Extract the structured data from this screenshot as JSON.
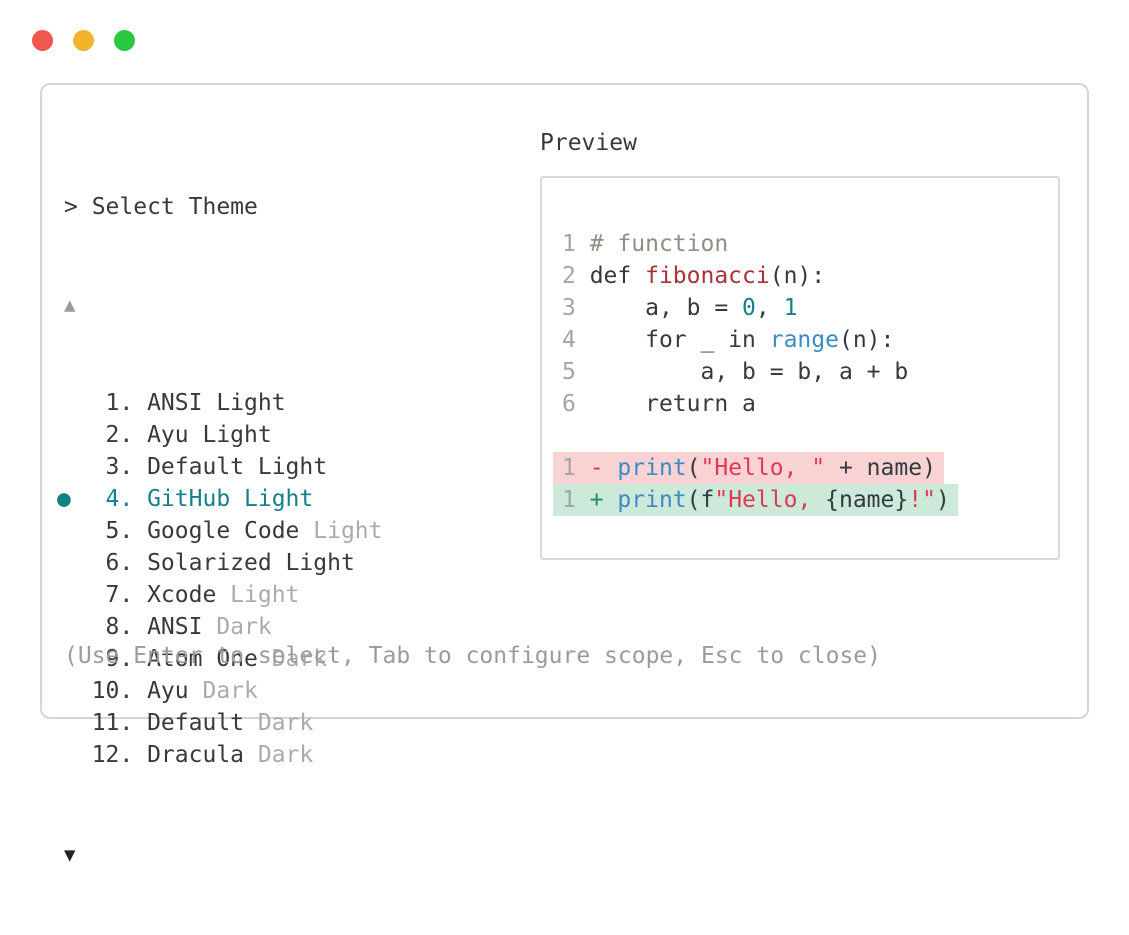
{
  "window_controls": {
    "close_color": "#f2574f",
    "minimize_color": "#f3b32c",
    "zoom_color": "#2cc741"
  },
  "prompt": "> Select Theme",
  "icons": {
    "scroll_up": "▲",
    "scroll_down": "▼",
    "selected_bullet": "●"
  },
  "theme_list": {
    "items": [
      {
        "num": "1",
        "name": "ANSI Light",
        "suffix": "",
        "selected": false
      },
      {
        "num": "2",
        "name": "Ayu Light",
        "suffix": "",
        "selected": false
      },
      {
        "num": "3",
        "name": "Default Light",
        "suffix": "",
        "selected": false
      },
      {
        "num": "4",
        "name": "GitHub Light",
        "suffix": "",
        "selected": true
      },
      {
        "num": "5",
        "name": "Google Code",
        "suffix": " Light",
        "selected": false
      },
      {
        "num": "6",
        "name": "Solarized Light",
        "suffix": "",
        "selected": false
      },
      {
        "num": "7",
        "name": "Xcode",
        "suffix": " Light",
        "selected": false
      },
      {
        "num": "8",
        "name": "ANSI",
        "suffix": " Dark",
        "selected": false
      },
      {
        "num": "9",
        "name": "Atom One",
        "suffix": " Dark",
        "selected": false
      },
      {
        "num": "10",
        "name": "Ayu",
        "suffix": " Dark",
        "selected": false
      },
      {
        "num": "11",
        "name": "Default",
        "suffix": " Dark",
        "selected": false
      },
      {
        "num": "12",
        "name": "Dracula",
        "suffix": " Dark",
        "selected": false
      }
    ]
  },
  "preview": {
    "label": "Preview",
    "code_lines": [
      {
        "num": "1",
        "diff": "",
        "tokens": [
          [
            "comment",
            "# function"
          ]
        ]
      },
      {
        "num": "2",
        "diff": "",
        "tokens": [
          [
            "plain",
            "def "
          ],
          [
            "function",
            "fibonacci"
          ],
          [
            "plain",
            "(n):"
          ]
        ]
      },
      {
        "num": "3",
        "diff": "",
        "tokens": [
          [
            "plain",
            "    a, b = "
          ],
          [
            "number",
            "0"
          ],
          [
            "plain",
            ", "
          ],
          [
            "number",
            "1"
          ]
        ]
      },
      {
        "num": "4",
        "diff": "",
        "tokens": [
          [
            "plain",
            "    for _ in "
          ],
          [
            "builtin",
            "range"
          ],
          [
            "plain",
            "(n):"
          ]
        ]
      },
      {
        "num": "5",
        "diff": "",
        "tokens": [
          [
            "plain",
            "        a, b = b, a + b"
          ]
        ]
      },
      {
        "num": "6",
        "diff": "",
        "tokens": [
          [
            "plain",
            "    return a"
          ]
        ]
      },
      {
        "num": "",
        "diff": "",
        "tokens": []
      },
      {
        "num": "1",
        "diff": "removed",
        "tokens": [
          [
            "minus",
            "- "
          ],
          [
            "builtin",
            "print"
          ],
          [
            "plain",
            "("
          ],
          [
            "string",
            "\"Hello, \""
          ],
          [
            "plain",
            " + name)"
          ]
        ]
      },
      {
        "num": "1",
        "diff": "added",
        "tokens": [
          [
            "plus",
            "+ "
          ],
          [
            "builtin",
            "print"
          ],
          [
            "plain",
            "(f"
          ],
          [
            "string",
            "\"Hello, "
          ],
          [
            "plain",
            "{name}"
          ],
          [
            "string",
            "!\""
          ],
          [
            "plain",
            ")"
          ]
        ]
      }
    ]
  },
  "help_text": "(Use Enter to select, Tab to configure scope, Esc to close)",
  "colors": {
    "accent": "#15808a",
    "text": "#343a40",
    "muted": "#ababab",
    "help": "#9b9b9b",
    "lnum": "#a5a5a5",
    "comment": "#8b9184",
    "function": "#a93238",
    "number": "#15808a",
    "builtin": "#3a8cc5",
    "string": "#df3a54",
    "minus": "#d33b4c",
    "plus": "#1e8a72",
    "removed_bg": "#f9d2d3",
    "added_bg": "#cde9da",
    "border": "#d5d5d5",
    "light_red": "#f2574f",
    "light_yellow": "#f3b32c",
    "light_green": "#2cc741"
  }
}
